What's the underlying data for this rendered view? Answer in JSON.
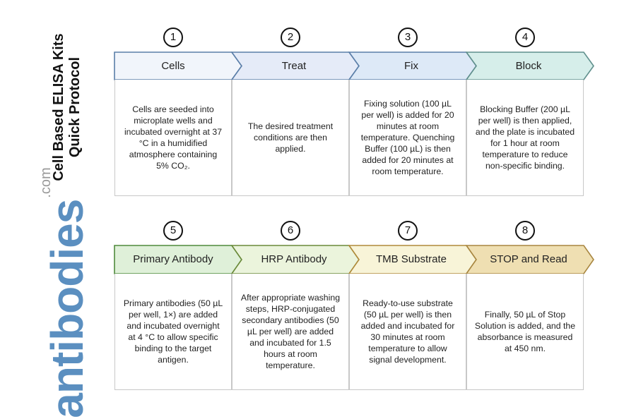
{
  "title": {
    "line1": "Cell Based ELISA Kits",
    "line2": "Quick Protocol"
  },
  "logo": {
    "main": "antibodies",
    "suffix": ".com",
    "color": "#5b8fc0"
  },
  "steps": [
    {
      "number": "1",
      "label": "Cells",
      "fill": "#f1f5fb",
      "stroke": "#5a7ea8",
      "text": "Cells are seeded into microplate wells and incubated overnight at 37 °C in a humidified atmosphere containing 5% CO₂."
    },
    {
      "number": "2",
      "label": "Treat",
      "fill": "#e5ebf8",
      "stroke": "#5a7ea8",
      "text": "The desired treatment conditions are then applied."
    },
    {
      "number": "3",
      "label": "Fix",
      "fill": "#dde9f7",
      "stroke": "#5a7ea8",
      "text": "Fixing solution (100 µL per well) is added for 20 minutes at room temperature. Quenching Buffer (100 µL) is then added for 20 minutes at room temperature."
    },
    {
      "number": "4",
      "label": "Block",
      "fill": "#d6eeea",
      "stroke": "#5f8f8c",
      "text": "Blocking Buffer (200 µL per well) is then applied, and the plate is incubated for 1 hour at room temperature to reduce non-specific binding."
    },
    {
      "number": "5",
      "label": "Primary Antibody",
      "fill": "#dff0d9",
      "stroke": "#4f8a3c",
      "text": "Primary antibodies (50 µL per well, 1×) are added and incubated overnight at 4 °C to allow specific binding to the target antigen."
    },
    {
      "number": "6",
      "label": "HRP Antibody",
      "fill": "#ebf4dc",
      "stroke": "#6b8a3a",
      "text": "After appropriate washing steps, HRP-conjugated secondary antibodies (50 µL per well) are added and incubated for 1.5 hours at room temperature."
    },
    {
      "number": "7",
      "label": "TMB Substrate",
      "fill": "#f8f4d8",
      "stroke": "#b08a3a",
      "text": "Ready-to-use substrate (50 µL per well) is then added and incubated for 30 minutes at room temperature to allow signal development."
    },
    {
      "number": "8",
      "label": "STOP and Read",
      "fill": "#efdfb2",
      "stroke": "#a88640",
      "text": "Finally, 50 µL of Stop Solution is added, and the absorbance is measured at 450 nm."
    }
  ]
}
